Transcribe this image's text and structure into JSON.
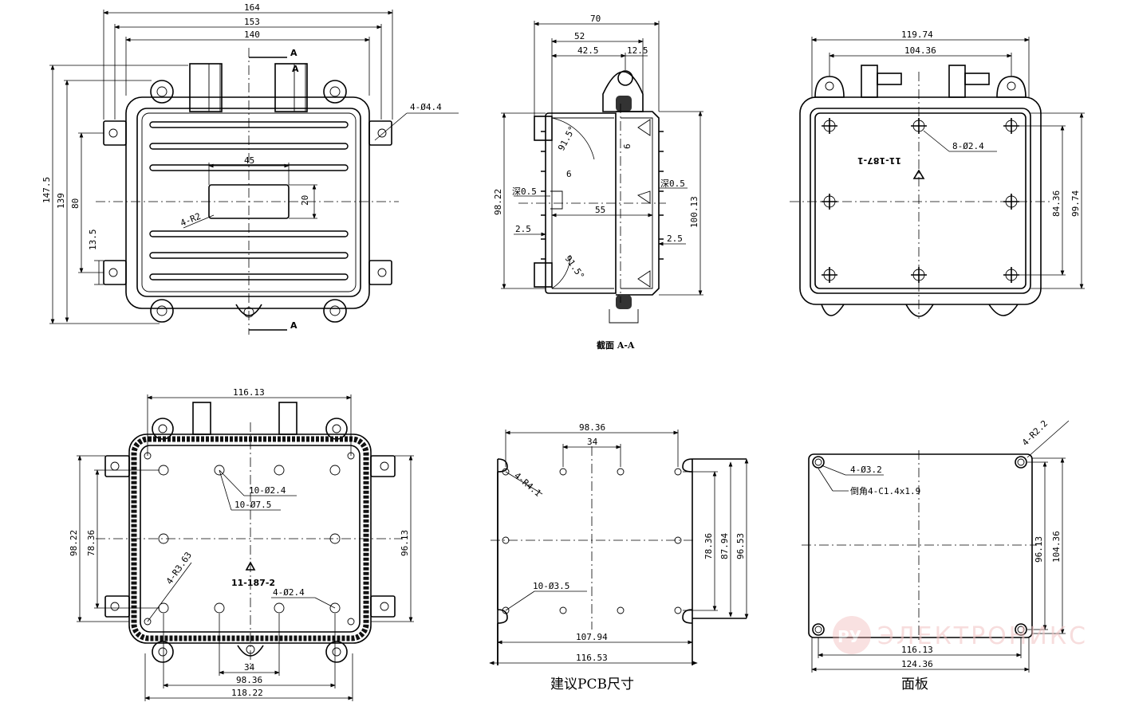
{
  "top_view": {
    "dims": {
      "w164": "164",
      "w153": "153",
      "w140": "140",
      "w45": "45",
      "h147": "147.5",
      "h139": "139",
      "h80": "80",
      "h13": "13.5",
      "h20": "20",
      "holes": "4-Ø4.4",
      "radius": "4-R2",
      "sec_a1": "A",
      "sec_a2": "A",
      "sec_a3": "A"
    }
  },
  "section_view": {
    "dims": {
      "w70": "70",
      "w52": "52",
      "w42": "42.5",
      "w12": "12.5",
      "h98": "98.22",
      "h100": "100.13",
      "w55": "55",
      "r1": "91.5°",
      "r2": "91.5°",
      "d6a": "6",
      "d6b": "6",
      "deep1": "深0.5",
      "deep2": "深0.5",
      "t25a": "2.5",
      "t25b": "2.5"
    },
    "caption": "截面  A-A"
  },
  "side_view": {
    "dims": {
      "w119": "119.74",
      "w104": "104.36",
      "holes": "8-Ø2.4",
      "h84": "84.36",
      "h99": "99.74",
      "part": "11-187-1"
    }
  },
  "bottom_view": {
    "dims": {
      "w116": "116.13",
      "h98": "98.22",
      "h78": "78.36",
      "h96": "96.13",
      "holes_a": "10-Ø2.4",
      "holes_b": "10-Ø7.5",
      "holes_c": "4-Ø2.4",
      "radius": "4-R3.63",
      "part": "11-187-2",
      "w34": "34",
      "w98": "98.36",
      "w118": "118.22"
    }
  },
  "pcb_view": {
    "dims": {
      "w98": "98.36",
      "w34": "34",
      "radius": "4-R4.1",
      "holes": "10-Ø3.5",
      "h78": "78.36",
      "h87": "87.94",
      "h96": "96.53",
      "w107": "107.94",
      "w116": "116.53"
    },
    "caption": "建议PCB尺寸"
  },
  "panel_view": {
    "dims": {
      "radius": "4-R2.2",
      "holes": "4-Ø3.2",
      "chamfer": "倒角4-C1.4x1.9",
      "h96": "96.13",
      "h104": "104.36",
      "w116": "116.13",
      "w124": "124.36"
    },
    "caption": "面板"
  },
  "watermark": {
    "logo_text": "РУ",
    "brand": "ЭЛЕКТРОНИКС"
  }
}
